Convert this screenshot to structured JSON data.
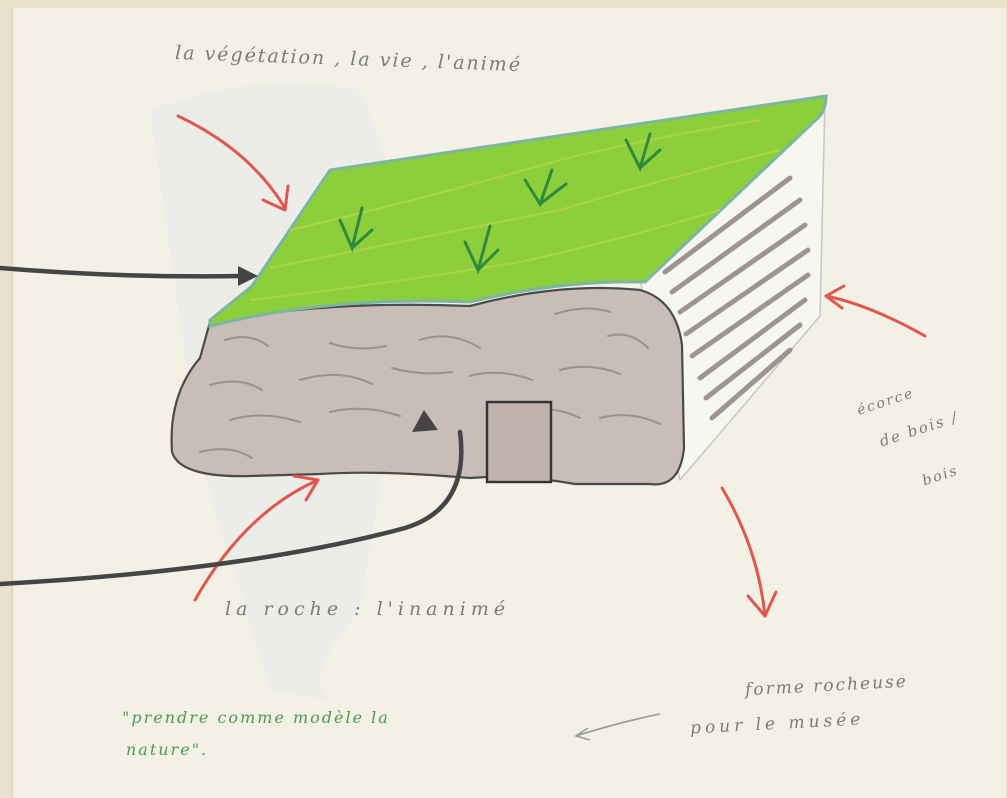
{
  "annotations": {
    "top_label": "la végétation , la vie , l'animé",
    "right_label_line1": "écorce",
    "right_label_line2": "de bois /",
    "right_label_line3": "bois",
    "bottom_label": "la roche : l'inanimé",
    "right_bottom_line1": "forme rocheuse",
    "right_bottom_line2": "pour le musée",
    "quote_line1": "\"prendre comme modèle la",
    "quote_line2": "nature\"."
  },
  "colors": {
    "paper": "#f3f1e6",
    "grass": "#8ccf3a",
    "rock": "#c9bdb8",
    "red_arrow": "#e2574c",
    "dark_arrow": "#454545",
    "quote_text": "#4e9a52"
  }
}
